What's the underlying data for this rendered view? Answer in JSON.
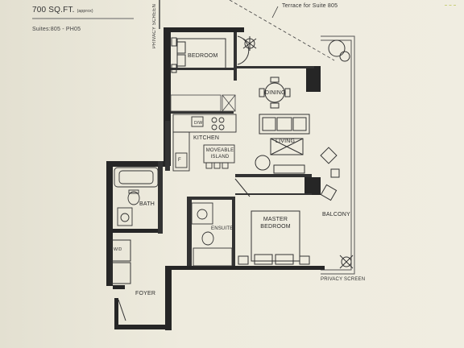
{
  "header": {
    "area": "700 SQ.FT.",
    "area_note": "(approx)",
    "suites": "Suites:805 - PH05"
  },
  "annotations": {
    "terrace": "Terrace for Suite 805",
    "privacy_screen_top": "PRIVACY SCREEN",
    "privacy_screen_bottom": "PRIVACY SCREEN"
  },
  "rooms": {
    "bedroom": "BEDROOM",
    "dining": "DINING",
    "kitchen": "KITCHEN",
    "fridge": "F",
    "dw": "D/W",
    "living": "LIVING",
    "island": "MOVEABLE ISLAND",
    "bath": "BATH",
    "ensuite": "ENSUITE",
    "master": "MASTER BEDROOM",
    "balcony": "BALCONY",
    "wd": "W/D",
    "foyer": "FOYER"
  }
}
